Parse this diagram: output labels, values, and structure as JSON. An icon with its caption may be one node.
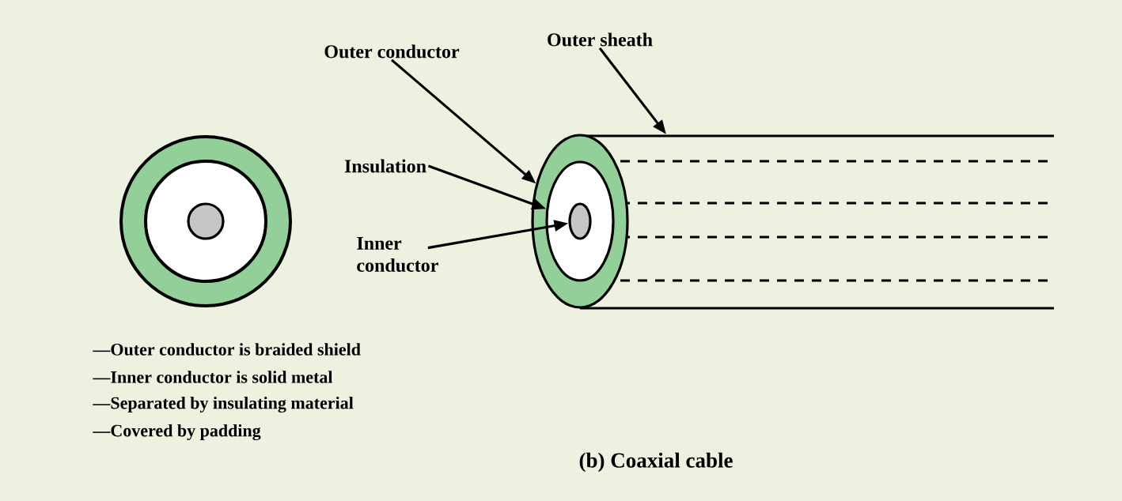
{
  "diagram": {
    "caption": "(b) Coaxial cable",
    "nodes": [
      {
        "text": [
          "Outer conductor"
        ]
      },
      {
        "text": [
          "Outer sheath"
        ]
      },
      {
        "text": [
          "Insulation"
        ]
      },
      {
        "text": [
          "Inner conductor"
        ]
      },
      {
        "text": [],
        "shape": "circle"
      },
      {
        "text": [],
        "shape": "circle",
        "in": 4
      },
      {
        "text": [],
        "shape": "circle",
        "in": 5
      }
    ],
    "edges": [
      {
        "from": 0,
        "to": 4,
        "arrow": "to"
      },
      {
        "from": 1,
        "to": null,
        "arrow": "to"
      },
      {
        "from": 2,
        "to": 5,
        "arrow": "to"
      },
      {
        "from": 3,
        "to": 6,
        "arrow": "to"
      }
    ],
    "labels": [
      "—Outer conductor is braided shield",
      "—Inner conductor is solid metal",
      "—Separated by insulating material",
      "—Covered by padding"
    ]
  }
}
